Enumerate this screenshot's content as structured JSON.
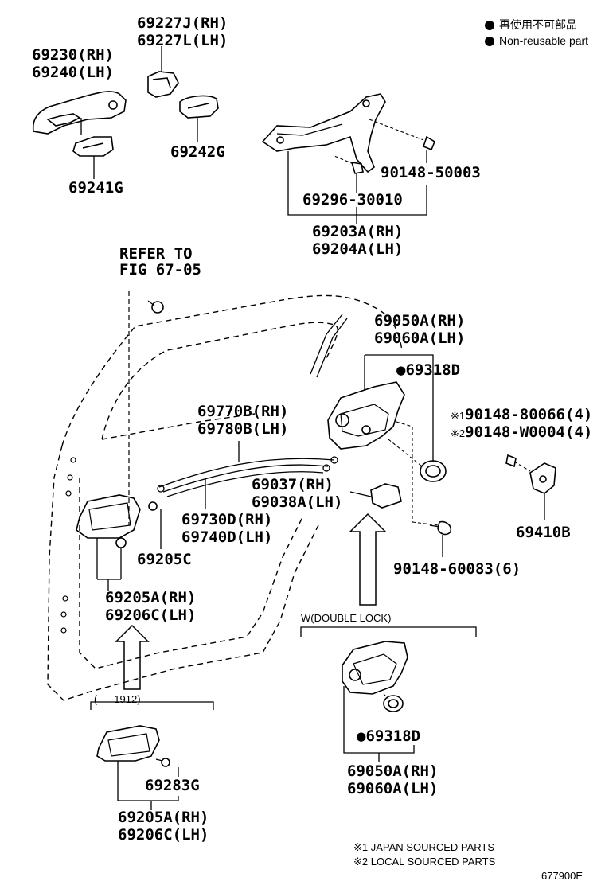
{
  "legend": {
    "jp": "再使用不可部品",
    "en": "Non-reusable part"
  },
  "labels": {
    "p69227": [
      "69227J(RH)",
      "69227L(LH)"
    ],
    "p69230": [
      "69230(RH)",
      "69240(LH)"
    ],
    "p69242": "69242G",
    "p69241": "69241G",
    "p90148_50003": "90148-50003",
    "p69296": "69296-30010",
    "p69203": [
      "69203A(RH)",
      "69204A(LH)"
    ],
    "refer": [
      "REFER TO",
      "FIG 67-05"
    ],
    "p69050_top": [
      "69050A(RH)",
      "69060A(LH)"
    ],
    "p69318_top": "69318D",
    "p69770": [
      "69770B(RH)",
      "69780B(LH)"
    ],
    "p90148_80066": "90148-80066(4)",
    "p90148_W0004": "90148-W0004(4)",
    "note1_mark": "※1",
    "note2_mark": "※2",
    "p69037": [
      "69037(RH)",
      "69038A(LH)"
    ],
    "p69730": [
      "69730D(RH)",
      "69740D(LH)"
    ],
    "p69410": "69410B",
    "p69205C": "69205C",
    "p90148_60083": "90148-60083(6)",
    "p69205A_top": [
      "69205A(RH)",
      "69206C(LH)"
    ],
    "double_lock": "W(DOUBLE LOCK)",
    "date_range": "(　 -1912)",
    "p69283": "69283G",
    "p69318_bot": "69318D",
    "p69050_bot": [
      "69050A(RH)",
      "69060A(LH)"
    ],
    "p69205A_bot": [
      "69205A(RH)",
      "69206C(LH)"
    ],
    "footnotes": [
      "※1 JAPAN SOURCED PARTS",
      "※2 LOCAL SOURCED PARTS"
    ],
    "drawing_no": "677900E"
  }
}
